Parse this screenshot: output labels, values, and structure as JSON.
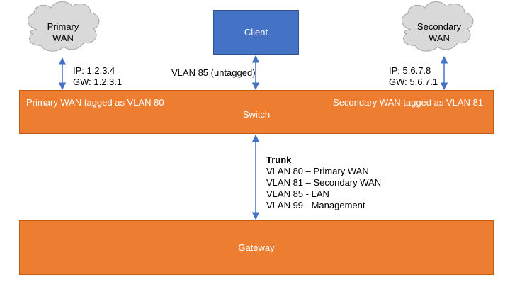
{
  "nodes": {
    "primary_wan": {
      "line1": "Primary",
      "line2": "WAN"
    },
    "secondary_wan": {
      "line1": "Secondary",
      "line2": "WAN"
    },
    "client": {
      "label": "Client"
    },
    "switch": {
      "label": "Switch",
      "left_note": "Primary WAN tagged as VLAN 80",
      "right_note": "Secondary WAN tagged as VLAN 81"
    },
    "gateway": {
      "label": "Gateway"
    }
  },
  "links": {
    "primary": {
      "ip": "IP: 1.2.3.4",
      "gw": "GW: 1.2.3.1"
    },
    "secondary": {
      "ip": "IP: 5.6.7.8",
      "gw": "GW: 5.6.7.1"
    },
    "client": {
      "label": "VLAN 85 (untagged)"
    },
    "trunk": {
      "title": "Trunk",
      "lines": [
        "VLAN 80 – Primary WAN",
        "VLAN 81 – Secondary WAN",
        "VLAN 85 - LAN",
        "VLAN 99 - Management"
      ]
    }
  },
  "colors": {
    "switch_fill": "#ed7d31",
    "client_fill": "#4472c4",
    "cloud_fill": "#d9d9d9",
    "arrow": "#4472c4"
  }
}
